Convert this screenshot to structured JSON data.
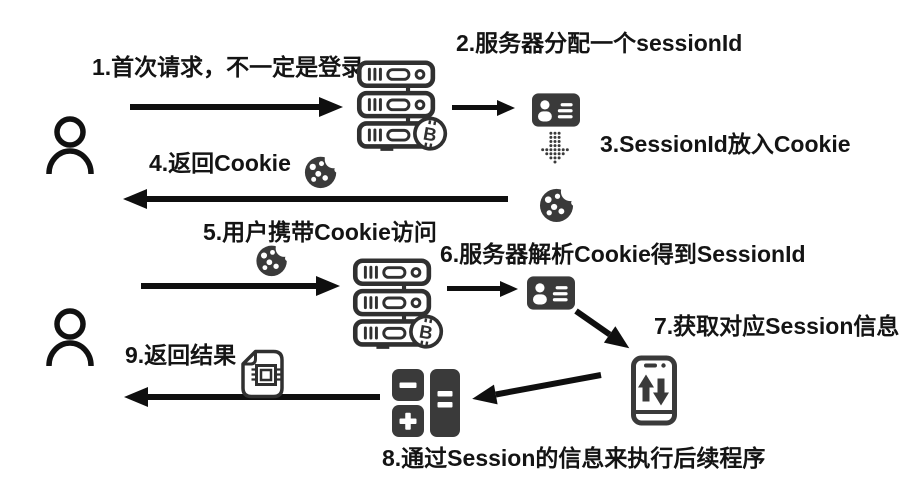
{
  "colors": {
    "background": "#ffffff",
    "text": "#141414",
    "arrow": "#0f0f0f",
    "icon_solid": "#3a3a3a",
    "icon_outline": "#303030"
  },
  "steps": [
    {
      "num": "1",
      "label": "1.首次请求，不一定是登录"
    },
    {
      "num": "2",
      "label": "2.服务器分配一个sessionId"
    },
    {
      "num": "3",
      "label": "3.SessionId放入Cookie"
    },
    {
      "num": "4",
      "label": "4.返回Cookie"
    },
    {
      "num": "5",
      "label": "5.用户携带Cookie访问"
    },
    {
      "num": "6",
      "label": "6.服务器解析Cookie得到SessionId"
    },
    {
      "num": "7",
      "label": "7.获取对应Session信息"
    },
    {
      "num": "8",
      "label": "8.通过Session的信息来执行后续程序"
    },
    {
      "num": "9",
      "label": "9.返回结果"
    }
  ],
  "icons": {
    "user": "person-outline",
    "server": "server-rack-with-bitcoin-badge",
    "id_card": "id-card-solid",
    "dotted_arrow": "dotted-down-arrow",
    "cookie": "bitten-cookie",
    "smartphone": "phone-with-up-down-arrows",
    "calculator": "calculator-blocks",
    "chip_document": "file-with-chip"
  }
}
